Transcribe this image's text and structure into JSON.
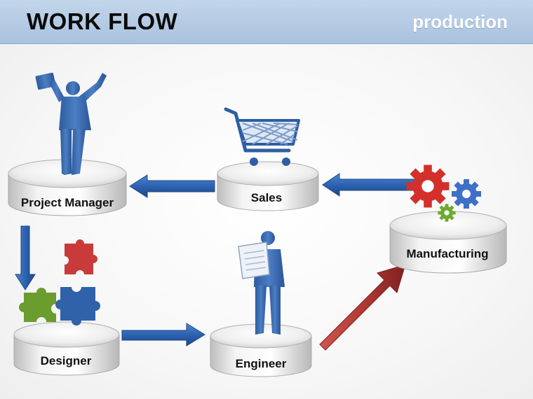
{
  "header": {
    "title": "WORK FLOW",
    "subtitle": "production"
  },
  "nodes": {
    "project_manager": {
      "label": "Project Manager",
      "icon": "person-celebrating-icon"
    },
    "sales": {
      "label": "Sales",
      "icon": "shopping-cart-icon"
    },
    "manufacturing": {
      "label": "Manufacturing",
      "icon": "gears-icon"
    },
    "designer": {
      "label": "Designer",
      "icon": "puzzle-pieces-icon"
    },
    "engineer": {
      "label": "Engineer",
      "icon": "person-reading-icon"
    }
  },
  "flow": [
    {
      "from": "Manufacturing",
      "to": "Sales"
    },
    {
      "from": "Sales",
      "to": "Project Manager"
    },
    {
      "from": "Project Manager",
      "to": "Designer"
    },
    {
      "from": "Designer",
      "to": "Engineer"
    },
    {
      "from": "Engineer",
      "to": "Manufacturing"
    }
  ],
  "colors": {
    "header_bg": "#b4cbe4",
    "figure_blue": "#3d6eb0",
    "arrow_blue": "#2e66b5",
    "arrow_red": "#b23a35",
    "gear_red": "#d3302b",
    "gear_blue": "#3f6fc7",
    "gear_green": "#6cab2e",
    "puzzle_red": "#c93a3a",
    "puzzle_green": "#6a9c2e",
    "puzzle_blue": "#2f62a8"
  }
}
